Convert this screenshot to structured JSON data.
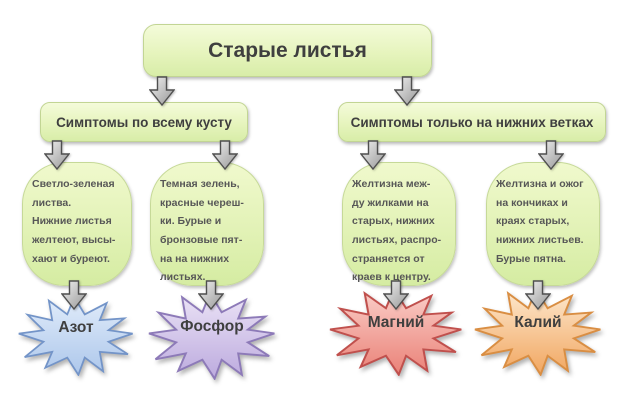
{
  "nodes": {
    "root": {
      "label": "Старые листья"
    },
    "branch_left": {
      "label": "Симптомы по всему кусту"
    },
    "branch_right": {
      "label": "Симптомы только на нижних ветках"
    },
    "symptom_nitrogen": {
      "text": "Светло-зеленая\nлиства.\nНижние листья\nжелтеют, высы-\nхают и буреют."
    },
    "symptom_phosphorus": {
      "text": "Темная зелень,\nкрасные череш-\nки. Бурые и\nбронзовые пят-\nна на нижних\nлистьях."
    },
    "symptom_magnesium": {
      "text": "Желтизна меж-\nду жилками на\nстарых, нижних\nлистьях, распро-\nстраняется от\nкраев к центру."
    },
    "symptom_potassium": {
      "text": "Желтизна и ожог\nна кончиках и\nкраях старых,\nнижних листьев.\nБурые пятна."
    }
  },
  "stars": [
    {
      "label": "Азот",
      "fill_light": "#e1ecfa",
      "fill_dark": "#adc7eb",
      "border": "#7394c8"
    },
    {
      "label": "Фосфор",
      "fill_light": "#ebe3f6",
      "fill_dark": "#bcaade",
      "border": "#8d7ab8"
    },
    {
      "label": "Магний",
      "fill_light": "#facfc9",
      "fill_dark": "#ea8177",
      "border": "#c0504d"
    },
    {
      "label": "Калий",
      "fill_light": "#fde8ce",
      "fill_dark": "#f1a660",
      "border": "#d98e43"
    }
  ],
  "colors": {
    "node_fill_top": "#f4fbda",
    "node_fill_bottom": "#d8eda8",
    "node_border": "#c2d594",
    "arrow_fill_light": "#f0f0f0",
    "arrow_fill_dark": "#979797",
    "arrow_border": "#4f4f4f",
    "text": "#3f3f3f"
  }
}
